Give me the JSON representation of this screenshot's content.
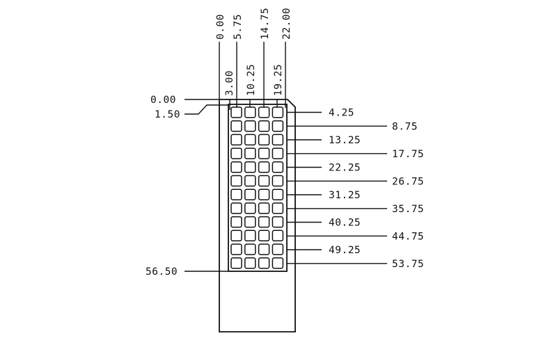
{
  "top_dimensions": {
    "row_high": [
      "0.00",
      "5.75",
      "14.75",
      "22.00"
    ],
    "row_low": [
      "3.00",
      "10.25",
      "19.25"
    ]
  },
  "left_dimensions": [
    "0.00",
    "1.50",
    "56.50"
  ],
  "right_dimensions": [
    "4.25",
    "8.75",
    "13.25",
    "17.75",
    "22.25",
    "26.75",
    "31.25",
    "35.75",
    "40.25",
    "44.75",
    "49.25",
    "53.75"
  ],
  "grid": {
    "columns": 4,
    "rows": 12
  },
  "colors": {
    "line": "#111111",
    "background": "#ffffff"
  }
}
